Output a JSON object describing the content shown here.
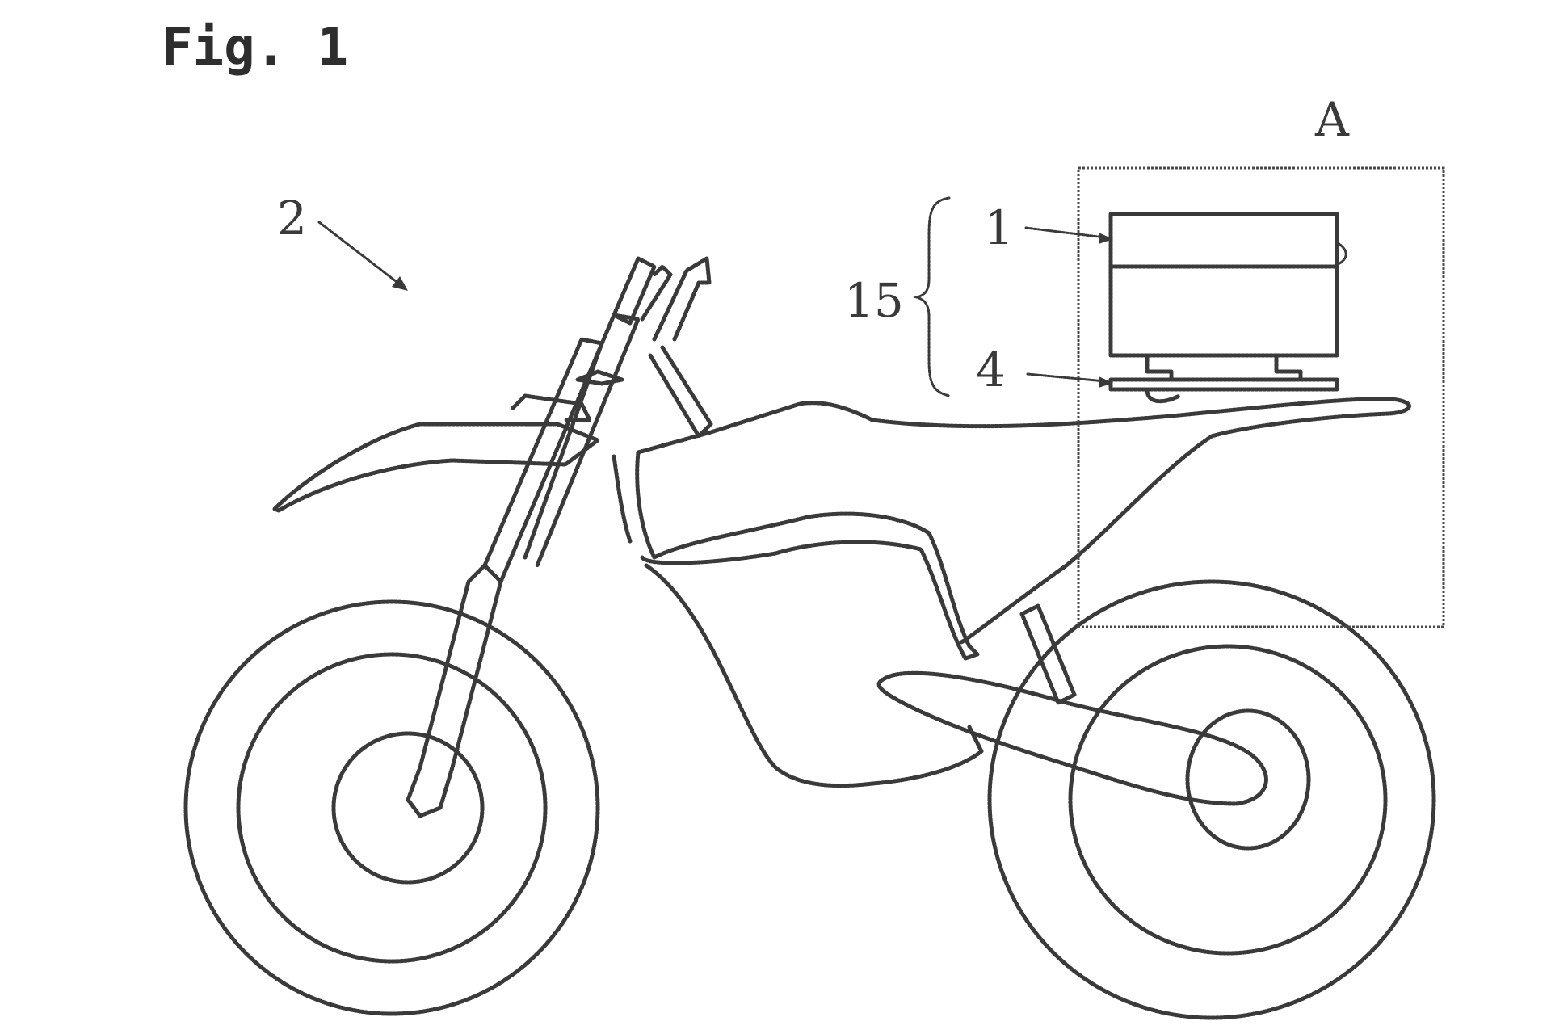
{
  "figure": {
    "title": "Fig. 1"
  },
  "references": {
    "motorcycle": "2",
    "detail_region": "A",
    "assembly": "15",
    "battery": "1",
    "mount": "4"
  },
  "colors": {
    "line": "#3a3a3a",
    "background": "#ffffff"
  }
}
